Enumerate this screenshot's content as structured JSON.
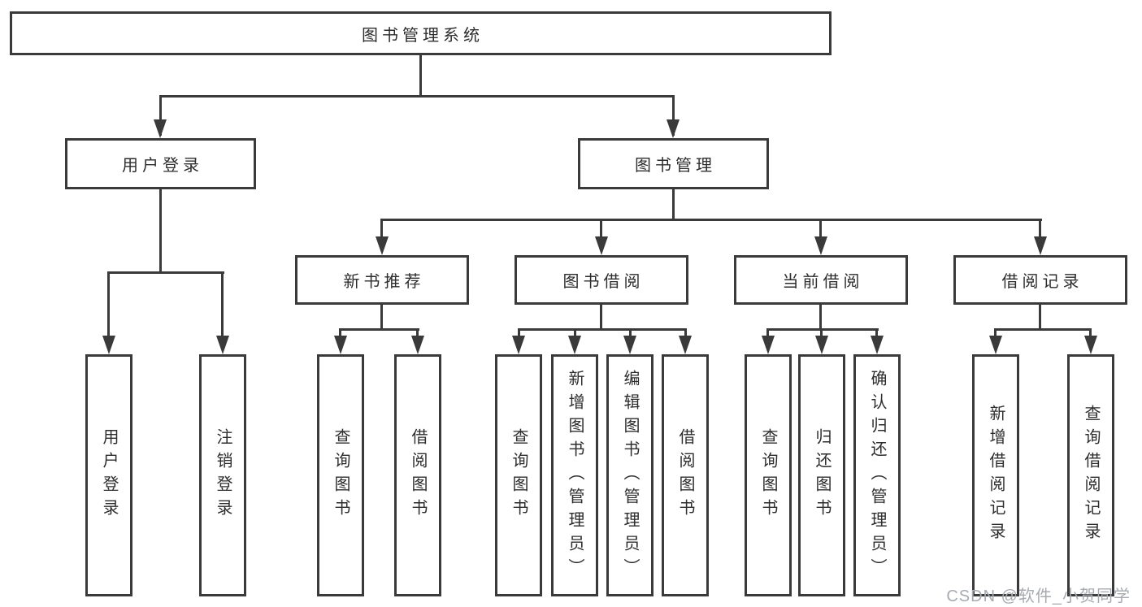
{
  "tree": {
    "root": {
      "label": "图书管理系统"
    },
    "branches": [
      {
        "label": "用户登录",
        "leaves": [
          "用户登录",
          "注销登录"
        ]
      },
      {
        "label": "图书管理",
        "groups": [
          {
            "label": "新书推荐",
            "leaves": [
              "查询图书",
              "借阅图书"
            ]
          },
          {
            "label": "图书借阅",
            "leaves": [
              "查询图书",
              "新增图书（管理员）",
              "编辑图书（管理员）",
              "借阅图书"
            ]
          },
          {
            "label": "当前借阅",
            "leaves": [
              "查询图书",
              "归还图书",
              "确认归还（管理员）"
            ]
          },
          {
            "label": "借阅记录",
            "leaves": [
              "新增借阅记录",
              "查询借阅记录"
            ]
          }
        ]
      }
    ]
  },
  "watermark": "CSDN @软件_小贺同学",
  "colors": {
    "line": "#3a3a3a",
    "text": "#2d2d2d",
    "watermark": "#a7abb0",
    "background": "#ffffff"
  }
}
